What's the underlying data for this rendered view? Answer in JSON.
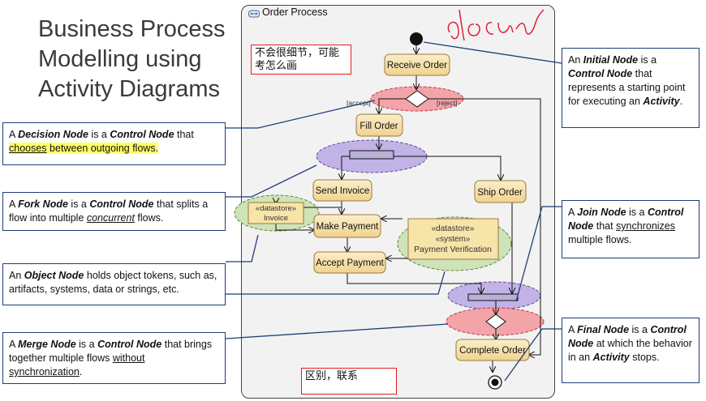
{
  "title": "Business Process Modelling using Activity Diagrams",
  "panel": {
    "title": "Order Process"
  },
  "handwriting": "docu",
  "notes": {
    "top": "不会很细节，可能考怎么画",
    "bottom": "区别，联系"
  },
  "nodes": {
    "receive_order": "Receive Order",
    "fill_order": "Fill Order",
    "send_invoice": "Send Invoice",
    "ship_order": "Ship Order",
    "make_payment": "Make Payment",
    "accept_payment": "Accept Payment",
    "complete_order": "Complete Order",
    "invoice_stereo": "«datastore»",
    "invoice_name": "Invoice",
    "pv_stereo1": "«datastore»",
    "pv_stereo2": "«system»",
    "pv_name": "Payment Verification"
  },
  "guards": {
    "accept": "[accept]",
    "reject": "[reject]"
  },
  "callouts": {
    "decision": {
      "t1": "A ",
      "b1": "Decision Node",
      "t2": " is a ",
      "b2": "Control Node",
      "t3": " that ",
      "u1": "chooses",
      "t4": " between outgoing flows."
    },
    "fork": {
      "t1": "A ",
      "b1": "Fork Node",
      "t2": " is a ",
      "b2": "Control Node",
      "t3": " that splits a flow into multiple ",
      "u1": "concurrent",
      "t4": " flows."
    },
    "object": {
      "t1": "An ",
      "b1": "Object Node",
      "t2": " holds object tokens, such as, artifacts, systems, data or strings, etc."
    },
    "merge": {
      "t1": "A ",
      "b1": "Merge Node",
      "t2": " is a ",
      "b2": "Control Node",
      "t3": " that brings together multiple flows ",
      "u1": "without synchronization",
      "t4": "."
    },
    "initial": {
      "t1": "An ",
      "b1": "Initial Node",
      "t2": " is a ",
      "b2": "Control Node",
      "t3": " that represents a starting point for executing an ",
      "b3": "Activity",
      "t4": "."
    },
    "join": {
      "t1": "A ",
      "b1": "Join Node",
      "t2": " is a ",
      "b2": "Control Node",
      "t3": " that ",
      "u1": "synchronizes",
      "t4": " multiple flows."
    },
    "final": {
      "t1": "A ",
      "b1": "Final Node",
      "t2": " is a ",
      "b2": "Control Node",
      "t3": " at which the behavior in an ",
      "b3": "Activity",
      "t4": " stops."
    }
  },
  "colors": {
    "action_fill": "#f5dfa8",
    "action_stroke": "#9a7a3a",
    "decision_highlight": "#f2a4a8",
    "fork_highlight": "#b9a9e0",
    "object_highlight": "#cfe3b8",
    "callout_border": "#1f3c78",
    "note_border": "#e02020",
    "handwriting": "#e0203a"
  }
}
